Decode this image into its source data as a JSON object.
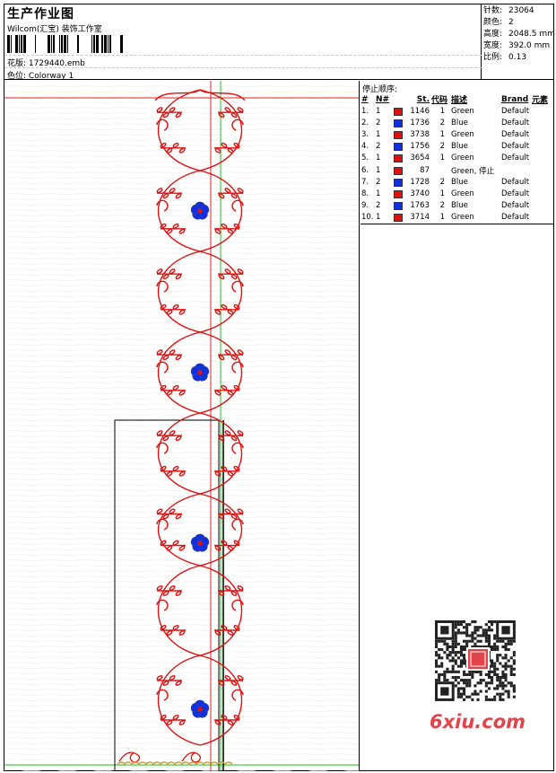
{
  "header": {
    "title": "生产作业图",
    "subtitle": "Wilcom(汇宝) 装饰工作室",
    "design_label": "花版:",
    "design_file": "1729440.emb",
    "colorway_label": "色位:",
    "colorway": "Colorway 1"
  },
  "stats": [
    {
      "label": "针数:",
      "value": "23064"
    },
    {
      "label": "颜色:",
      "value": "2"
    },
    {
      "label": "高度:",
      "value": "2048.5 mm"
    },
    {
      "label": "宽度:",
      "value": "392.0 mm"
    },
    {
      "label": "比例:",
      "value": "0.13"
    }
  ],
  "stop_sequence": {
    "title": "停止顺序:",
    "headers": [
      "#",
      "N#",
      "St.",
      "代码",
      "描述",
      "Brand",
      "元素"
    ],
    "rows": [
      {
        "idx": "1.",
        "n": "1",
        "color": "#e01010",
        "st": "1146",
        "code": "1",
        "desc": "Green",
        "brand": "Default"
      },
      {
        "idx": "2.",
        "n": "2",
        "color": "#1030e0",
        "st": "1736",
        "code": "2",
        "desc": "Blue",
        "brand": "Default"
      },
      {
        "idx": "3.",
        "n": "1",
        "color": "#e01010",
        "st": "3738",
        "code": "1",
        "desc": "Green",
        "brand": "Default"
      },
      {
        "idx": "4.",
        "n": "2",
        "color": "#1030e0",
        "st": "1756",
        "code": "2",
        "desc": "Blue",
        "brand": "Default"
      },
      {
        "idx": "5.",
        "n": "1",
        "color": "#e01010",
        "st": "3654",
        "code": "1",
        "desc": "Green",
        "brand": "Default"
      },
      {
        "idx": "6.",
        "n": "1",
        "color": "#e01010",
        "st": "87",
        "code": "",
        "desc": "Green, 停止",
        "brand": ""
      },
      {
        "idx": "7.",
        "n": "2",
        "color": "#1030e0",
        "st": "1728",
        "code": "2",
        "desc": "Blue",
        "brand": "Default"
      },
      {
        "idx": "8.",
        "n": "1",
        "color": "#e01010",
        "st": "3740",
        "code": "1",
        "desc": "Green",
        "brand": "Default"
      },
      {
        "idx": "9.",
        "n": "2",
        "color": "#1030e0",
        "st": "1763",
        "code": "2",
        "desc": "Blue",
        "brand": "Default"
      },
      {
        "idx": "10.",
        "n": "1",
        "color": "#e01010",
        "st": "3714",
        "code": "1",
        "desc": "Green",
        "brand": "Default"
      }
    ]
  },
  "watermark": {
    "text": "6xiu.com",
    "qr_label": "qr-code-logo"
  },
  "colors": {
    "thread_red": "#e01010",
    "thread_blue": "#1030e0",
    "guide_red": "#e02020",
    "guide_green": "#20c020",
    "watermark_red": "#e3444a"
  }
}
